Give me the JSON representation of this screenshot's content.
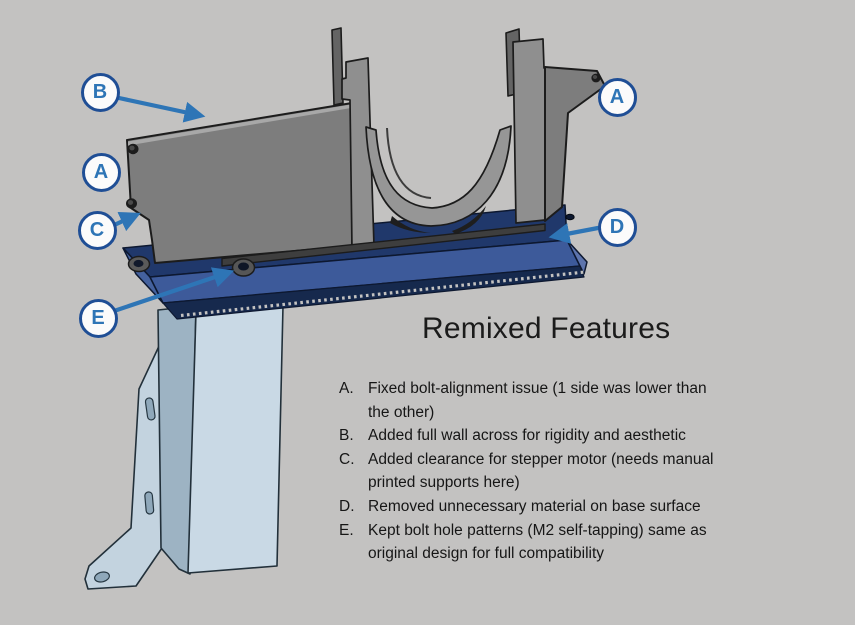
{
  "title": "Remixed Features",
  "features": {
    "items": [
      {
        "label": "A.",
        "lines": [
          "Fixed bolt-alignment issue (1 side was lower than",
          "the other)"
        ]
      },
      {
        "label": "B.",
        "lines": [
          "Added full wall across for rigidity and aesthetic"
        ]
      },
      {
        "label": "C.",
        "lines": [
          "Added clearance for stepper motor (needs manual",
          "printed supports here)"
        ]
      },
      {
        "label": "D.",
        "lines": [
          "Removed unnecessary material on base surface"
        ]
      },
      {
        "label": "E.",
        "lines": [
          "Kept bolt hole patterns (M2 self-tapping) same as",
          "original design for full compatibility"
        ]
      }
    ]
  },
  "callouts": {
    "b": "B",
    "a_left": "A",
    "c": "C",
    "e": "E",
    "a_right": "A",
    "d": "D"
  },
  "colors": {
    "background": "#C3C2C1",
    "part_gray": "#7D7D7D",
    "base_plate_top": "#20386B",
    "base_plate_front": "#3D5A9A",
    "column_light_blue": "#C9D9E5",
    "accent_blue": "#2E75B6",
    "callout_border": "#1F4E95",
    "text": "#1B1B1B"
  }
}
